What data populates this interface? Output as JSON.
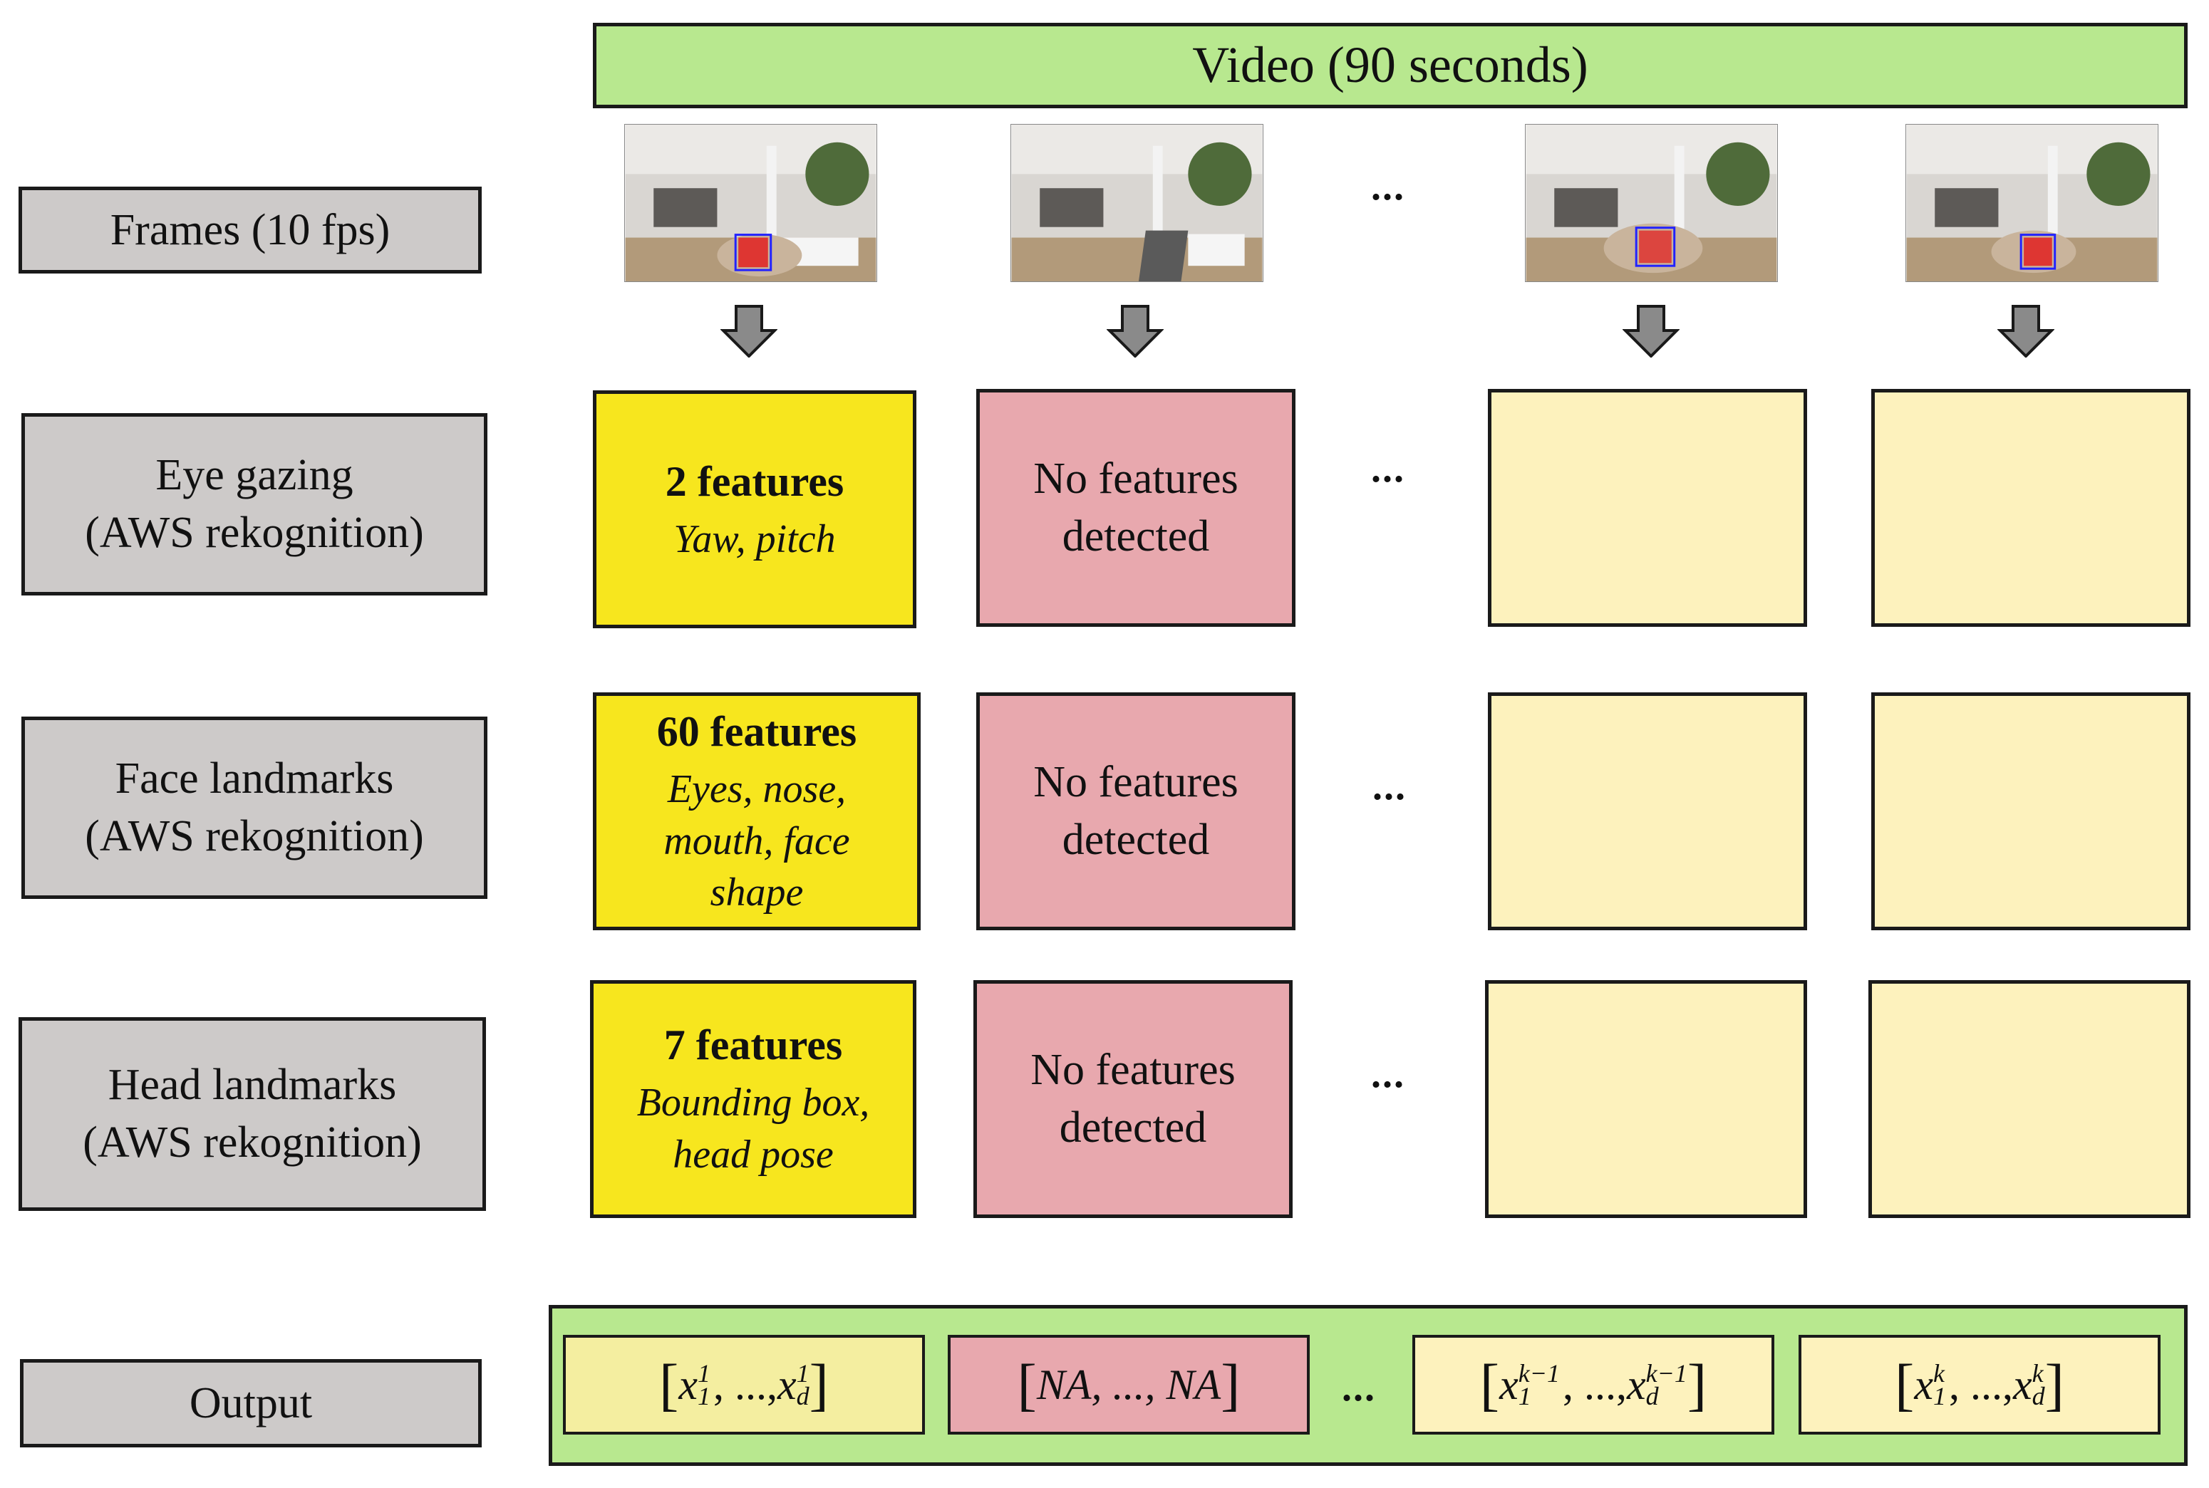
{
  "video": {
    "title": "Video (90 seconds)"
  },
  "rows": {
    "frames": "Frames (10 fps)",
    "eye": {
      "line1": "Eye gazing",
      "line2": "(AWS rekognition)"
    },
    "face": {
      "line1": "Face landmarks",
      "line2": "(AWS rekognition)"
    },
    "head": {
      "line1": "Head landmarks",
      "line2": "(AWS rekognition)"
    },
    "output": "Output"
  },
  "eye_col1": {
    "title": "2 features",
    "desc": "Yaw, pitch"
  },
  "face_col1": {
    "title": "60 features",
    "desc1": "Eyes, nose,",
    "desc2": "mouth, face",
    "desc3": "shape"
  },
  "head_col1": {
    "title": "7 features",
    "desc1": "Bounding box,",
    "desc2": "head pose"
  },
  "no_features": {
    "line1": "No features",
    "line2": "detected"
  },
  "ellipsis": "...",
  "output_vectors": {
    "v1": {
      "x": "x",
      "sub1": "1",
      "sup1": "1",
      "sep": ", ..., ",
      "sub2": "d",
      "sup2": "1"
    },
    "v2": {
      "text": "NA, ..., NA"
    },
    "v3": {
      "x": "x",
      "sub1": "1",
      "sup1": "k−1",
      "sep": ", ..., ",
      "sub2": "d",
      "sup2": "k−1"
    },
    "v4": {
      "x": "x",
      "sub1": "1",
      "sup1": "k",
      "sep": ", ..., ",
      "sub2": "d",
      "sup2": "k"
    }
  },
  "colors": {
    "label_gray": "#cdcac9",
    "video_green": "#b8e88f",
    "feature_yellow": "#f7e61e",
    "no_feature_pink": "#e8a8ae",
    "empty_cream": "#fdf2bd",
    "arrow_gray": "#8a8a8a"
  },
  "icons": {
    "down_arrow": "down-arrow-icon"
  }
}
